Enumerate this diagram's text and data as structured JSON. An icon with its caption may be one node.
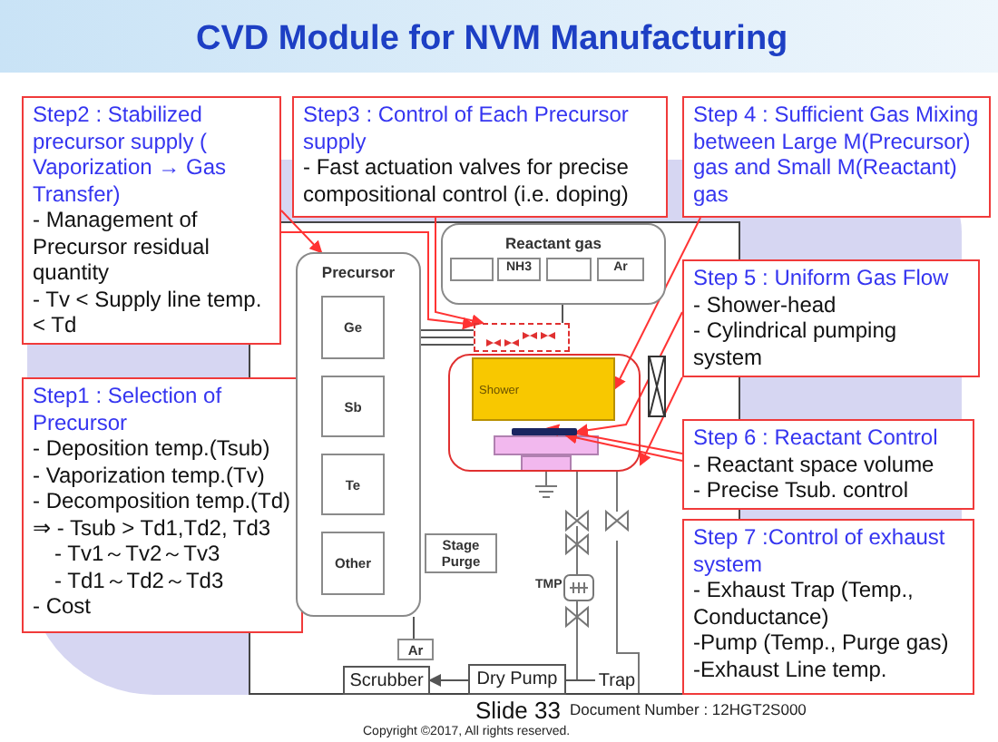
{
  "diagram": {
    "title": "CVD Module for NVM Manufacturing",
    "nodes": [
      {
        "text": [
          "Step2 : Stabilized precursor supply ( Vaporization → Gas Transfer)",
          "- Management of Precursor residual quantity",
          "- Tv < Supply line temp. < Td"
        ]
      },
      {
        "text": [
          "Step3 : Control of Each Precursor supply",
          "- Fast actuation valves for precise compositional control (i.e. doping)"
        ]
      },
      {
        "text": [
          "Step 4 : Sufficient Gas Mixing between Large M(Precursor) gas and Small M(Reactant) gas"
        ]
      },
      {
        "text": [
          "Step 5 : Uniform Gas Flow",
          "- Shower-head",
          "- Cylindrical pumping system"
        ]
      },
      {
        "text": [
          "Step1 : Selection of Precursor",
          "- Deposition temp.(Tsub)",
          "- Vaporization temp.(Tv)",
          "- Decomposition temp.(Td)",
          "⇒ - Tsub > Td1,Td2, Td3",
          "- Tv1～Tv2～Tv3",
          "- Td1～Td2～Td3",
          "- Cost"
        ]
      },
      {
        "text": [
          "Step 6 : Reactant Control",
          "- Reactant space volume",
          "- Precise Tsub. control"
        ]
      },
      {
        "text": [
          "Step 7 :Control of exhaust system",
          "- Exhaust Trap (Temp., Conductance)",
          "-Pump (Temp., Purge gas)",
          "-Exhaust Line temp."
        ]
      },
      {
        "text": [
          "Precursor"
        ]
      },
      {
        "text": [
          "Ge"
        ],
        "in": 7
      },
      {
        "text": [
          "Sb"
        ],
        "in": 7
      },
      {
        "text": [
          "Te"
        ],
        "in": 7
      },
      {
        "text": [
          "Other"
        ],
        "in": 7
      },
      {
        "text": [
          "Reactant gas"
        ]
      },
      {
        "text": [],
        "shape": "box",
        "in": 12
      },
      {
        "text": [
          "NH3"
        ],
        "in": 12
      },
      {
        "text": [],
        "shape": "box",
        "in": 12
      },
      {
        "text": [
          "Ar"
        ],
        "in": 12
      },
      {
        "text": [],
        "shape": "box"
      },
      {
        "text": [],
        "shape": "box"
      },
      {
        "text": [
          "Shower"
        ],
        "in": 18
      },
      {
        "text": [],
        "shape": "bar",
        "in": 18
      },
      {
        "text": [
          "Stage Purge"
        ]
      },
      {
        "text": [
          "Ar"
        ]
      },
      {
        "text": [
          "Scrubber"
        ]
      },
      {
        "text": [
          "Dry Pump"
        ]
      },
      {
        "text": [
          "Trap"
        ]
      },
      {
        "text": [],
        "shape": "box"
      }
    ],
    "edges": [
      {
        "from": 0,
        "to": 7,
        "arrow": "to",
        "color": "#ff3333"
      },
      {
        "from": 0,
        "to": 17,
        "arrow": "to",
        "color": "#ff3333"
      },
      {
        "from": 1,
        "to": 17,
        "arrow": "to",
        "color": "#ff3333"
      },
      {
        "from": 2,
        "to": 19,
        "arrow": "to",
        "color": "#ff3333"
      },
      {
        "from": 3,
        "to": 20,
        "arrow": "to",
        "color": "#ff3333"
      },
      {
        "from": 3,
        "to": 18,
        "arrow": "to",
        "color": "#ff3333"
      },
      {
        "from": 5,
        "to": 20,
        "arrow": "to",
        "color": "#ff3333"
      },
      {
        "from": 5,
        "to": 20,
        "arrow": "to",
        "color": "#ff3333"
      },
      {
        "from": 8,
        "to": 17,
        "arrow": "none",
        "color": "#555555"
      },
      {
        "from": 9,
        "to": 17,
        "arrow": "none",
        "color": "#555555"
      },
      {
        "from": 10,
        "to": 17,
        "arrow": "none",
        "color": "#555555"
      },
      {
        "from": 12,
        "to": 17,
        "arrow": "none",
        "color": "#555555"
      },
      {
        "from": 24,
        "to": 23,
        "arrow": "to",
        "color": "#555555"
      },
      {
        "from": 25,
        "to": 24,
        "arrow": "none",
        "color": "#555555"
      },
      {
        "from": 7,
        "to": 22,
        "arrow": "none",
        "color": "#555555"
      }
    ],
    "labels": [
      "TMP",
      "Slide 33",
      "Document Number : 12HGT2S000",
      "Copyright ©2017, All rights reserved."
    ]
  }
}
